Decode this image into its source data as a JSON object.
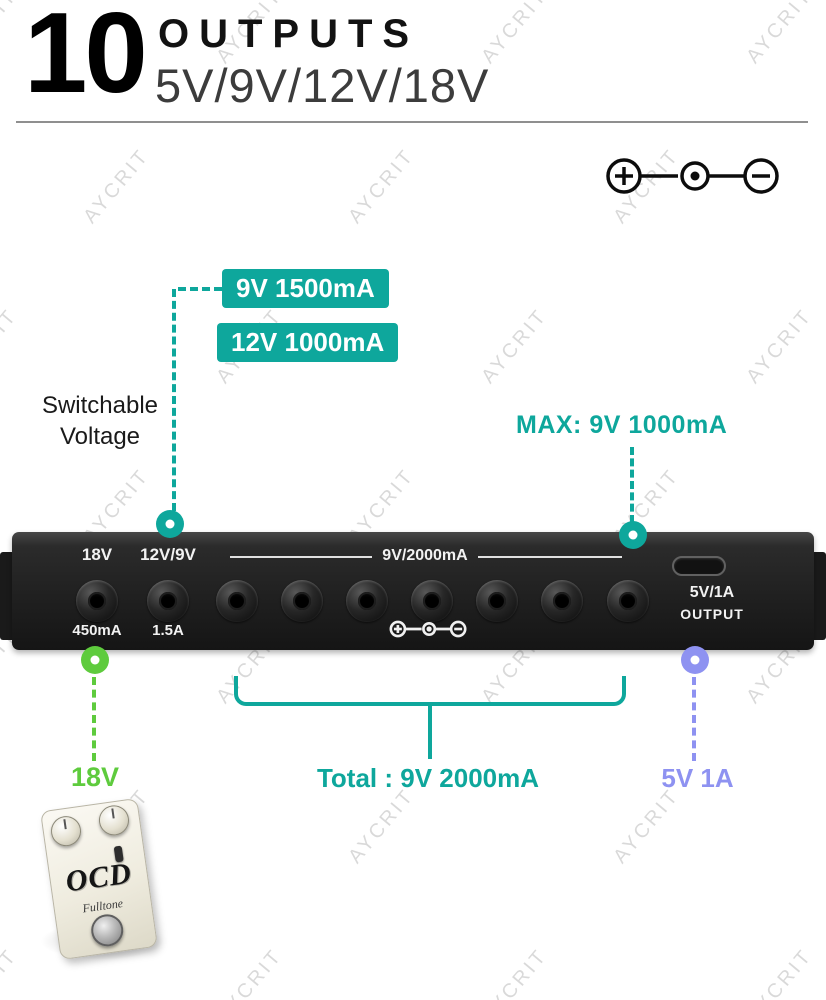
{
  "watermark": {
    "text": "AYCRIT"
  },
  "header": {
    "number": "10",
    "title": "OUTPUTS",
    "subtitle": "5V/9V/12V/18V"
  },
  "callouts": {
    "badge_9v": "9V 1500mA",
    "badge_12v": "12V 1000mA",
    "switchable_line1": "Switchable",
    "switchable_line2": "Voltage",
    "max": "MAX: 9V 1000mA"
  },
  "strip": {
    "port1_label": "18V",
    "port2_label": "12V/9V",
    "group_label": "9V/2000mA",
    "port1_current": "450mA",
    "port2_current": "1.5A",
    "usb_line1": "5V/1A",
    "usb_line2": "OUTPUT",
    "dc_ports_count": 9
  },
  "footer": {
    "label_18v": "18V",
    "total": "Total : 9V 2000mA",
    "label_5v": "5V 1A"
  },
  "pedal": {
    "name": "OCD",
    "brand": "Fulltone"
  },
  "colors": {
    "teal": "#0ea79c",
    "green": "#5ecb3d",
    "purple": "#8e92f1"
  }
}
